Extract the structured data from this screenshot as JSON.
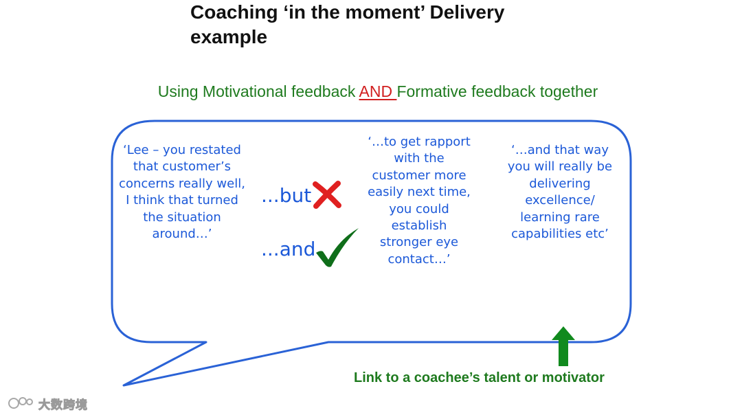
{
  "slide": {
    "title": "Coaching ‘in the moment’ Delivery example",
    "subtitle": {
      "before": "Using Motivational feedback ",
      "highlight": "AND ",
      "after": "Formative feedback together"
    },
    "quote_left": "‘Lee – you restated\nthat customer’s\nconcerns really well,\nI think that turned\nthe situation\naround…’",
    "connector_but": "...but",
    "connector_and": "...and",
    "quote_middle": "‘…to get rapport\nwith the\ncustomer more\neasily next time,\nyou could\nestablish\nstronger eye\ncontact…’",
    "quote_right": "‘…and that way\nyou will really be\ndelivering\nexcellence/\nlearning rare\ncapabilities etc’",
    "link_caption": "Link to a coachee’s talent or motivator"
  },
  "watermark": {
    "text": "大数跨境"
  },
  "icons": {
    "cross": "red-cross-icon",
    "check": "green-check-icon",
    "arrow": "green-up-arrow-icon",
    "watermark_logo": "watermark-logo-icon"
  },
  "colors": {
    "quote_text": "#1b58d8",
    "bubble_outline": "#2a62d6",
    "green": "#1e7a1e",
    "red": "#d11f1f"
  }
}
